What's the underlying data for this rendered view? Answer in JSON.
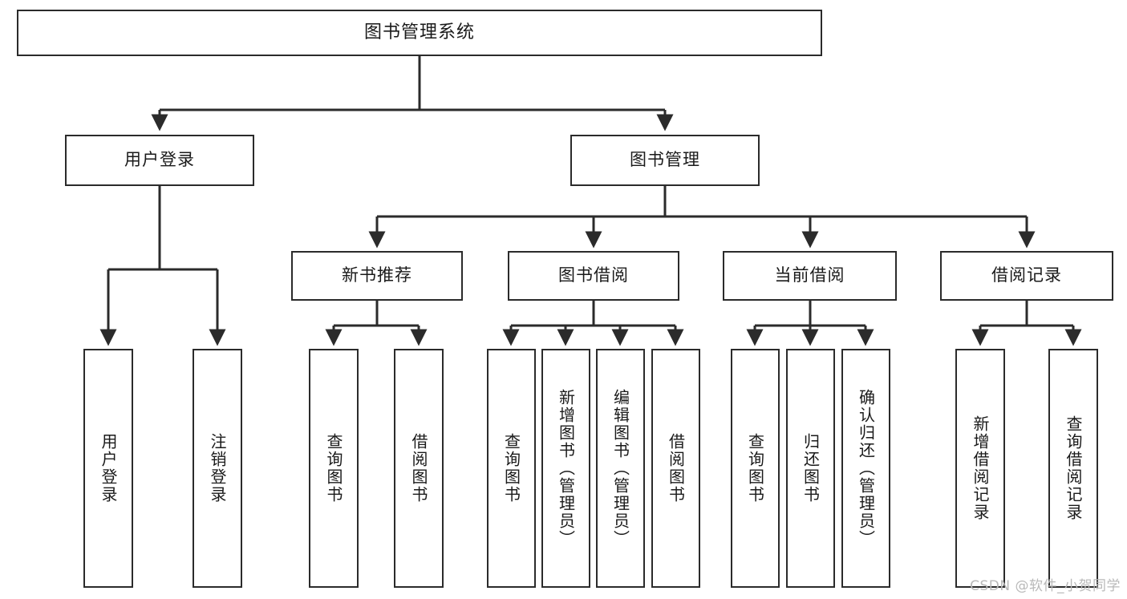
{
  "diagram": {
    "title": "图书管理系统",
    "type": "tree",
    "root": {
      "id": "root",
      "label": "图书管理系统"
    },
    "level2": [
      {
        "id": "user-login",
        "label": "用户登录"
      },
      {
        "id": "book-management",
        "label": "图书管理"
      }
    ],
    "level3": [
      {
        "id": "new-book-recommend",
        "label": "新书推荐",
        "parent": "book-management"
      },
      {
        "id": "book-borrow",
        "label": "图书借阅",
        "parent": "book-management"
      },
      {
        "id": "current-borrow",
        "label": "当前借阅",
        "parent": "book-management"
      },
      {
        "id": "borrow-record",
        "label": "借阅记录",
        "parent": "book-management"
      }
    ],
    "leaves": {
      "user-login": [
        {
          "id": "leaf-user-login",
          "label": "用户登录"
        },
        {
          "id": "leaf-user-logout",
          "label": "注销登录"
        }
      ],
      "new-book-recommend": [
        {
          "id": "leaf-query-book-1",
          "label": "查询图书"
        },
        {
          "id": "leaf-borrow-book-1",
          "label": "借阅图书"
        }
      ],
      "book-borrow": [
        {
          "id": "leaf-query-book-2",
          "label": "查询图书"
        },
        {
          "id": "leaf-add-book",
          "label": "新增图书（管理员）"
        },
        {
          "id": "leaf-edit-book",
          "label": "编辑图书（管理员）"
        },
        {
          "id": "leaf-borrow-book-2",
          "label": "借阅图书"
        }
      ],
      "current-borrow": [
        {
          "id": "leaf-query-book-3",
          "label": "查询图书"
        },
        {
          "id": "leaf-return-book",
          "label": "归还图书"
        },
        {
          "id": "leaf-confirm-return",
          "label": "确认归还（管理员）"
        }
      ],
      "borrow-record": [
        {
          "id": "leaf-add-record",
          "label": "新增借阅记录"
        },
        {
          "id": "leaf-query-record",
          "label": "查询借阅记录"
        }
      ]
    }
  },
  "watermark": {
    "text": "CSDN @软件_小贺同学"
  },
  "colors": {
    "stroke": "#2b2b2b",
    "background": "#ffffff",
    "text": "#1a1a1a",
    "watermark": "#b9b9b9"
  }
}
